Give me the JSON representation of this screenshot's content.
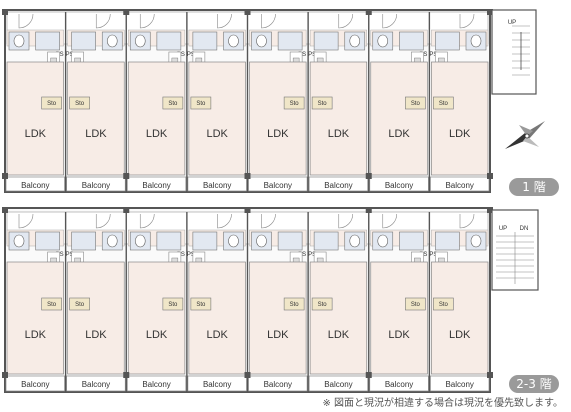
{
  "floors": [
    {
      "label": "1 階",
      "units": 8
    },
    {
      "label": "2-3 階",
      "units": 8
    }
  ],
  "room_labels": {
    "ldk": "LDK",
    "balcony": "Balcony",
    "storage": "Sto",
    "pipe_space": "PS"
  },
  "stair_labels": {
    "up": "UP",
    "down": "DN"
  },
  "note": "※ 図面と現況が相違する場合は現況を優先致します。",
  "colors": {
    "room_fill": "#f7ece6",
    "wet_fill": "#e2e8f1",
    "wall": "#555555",
    "badge": "#9a9a9a"
  },
  "icons": [
    "compass-rose-icon",
    "door-swing-icon",
    "toilet-icon",
    "stair-icon"
  ]
}
